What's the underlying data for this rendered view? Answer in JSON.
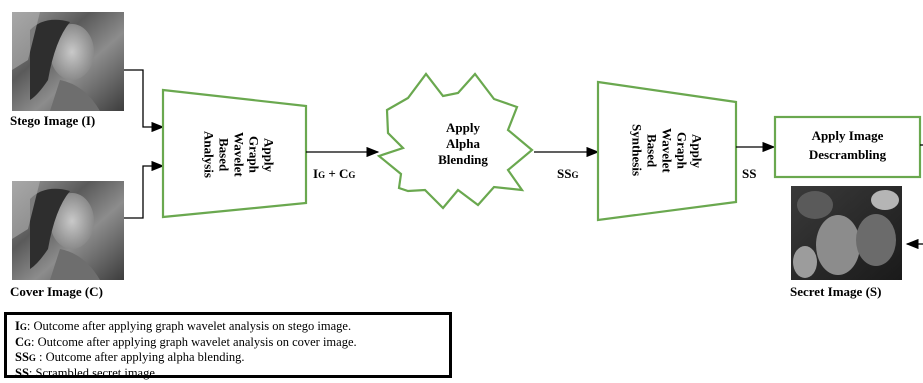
{
  "inputs": {
    "stego_label": "Stego Image (I)",
    "cover_label": "Cover Image (C)",
    "secret_label": "Secret Image (S)"
  },
  "blocks": {
    "analysis": [
      "Apply",
      "Graph",
      "Wavelet",
      "Based",
      "Analysis"
    ],
    "blending": [
      "Apply",
      "Alpha",
      "Blending"
    ],
    "synthesis": [
      "Apply",
      "Graph",
      "Wavelet",
      "Based",
      "Synthesis"
    ],
    "descrambling": [
      "Apply Image",
      "Descrambling"
    ]
  },
  "arrow_labels": {
    "ig_cg": "I",
    "ig_cg_sub1": "G",
    "ig_cg_mid": " + C",
    "ig_cg_sub2": "G",
    "ssg": "SS",
    "ssg_sub": "G",
    "ss": "SS"
  },
  "legend": [
    {
      "sym": "I",
      "sub": "G",
      "text": ": Outcome after applying graph wavelet analysis on stego image."
    },
    {
      "sym": "C",
      "sub": "G",
      "text": ": Outcome after applying graph wavelet analysis on cover image."
    },
    {
      "sym": "SS",
      "sub": "G",
      "text": " : Outcome after applying alpha blending."
    },
    {
      "sym": "SS",
      "sub": "",
      "text": ": Scrambled secret image."
    }
  ],
  "colors": {
    "block_stroke": "#6aa84f",
    "arrow": "#000000"
  }
}
